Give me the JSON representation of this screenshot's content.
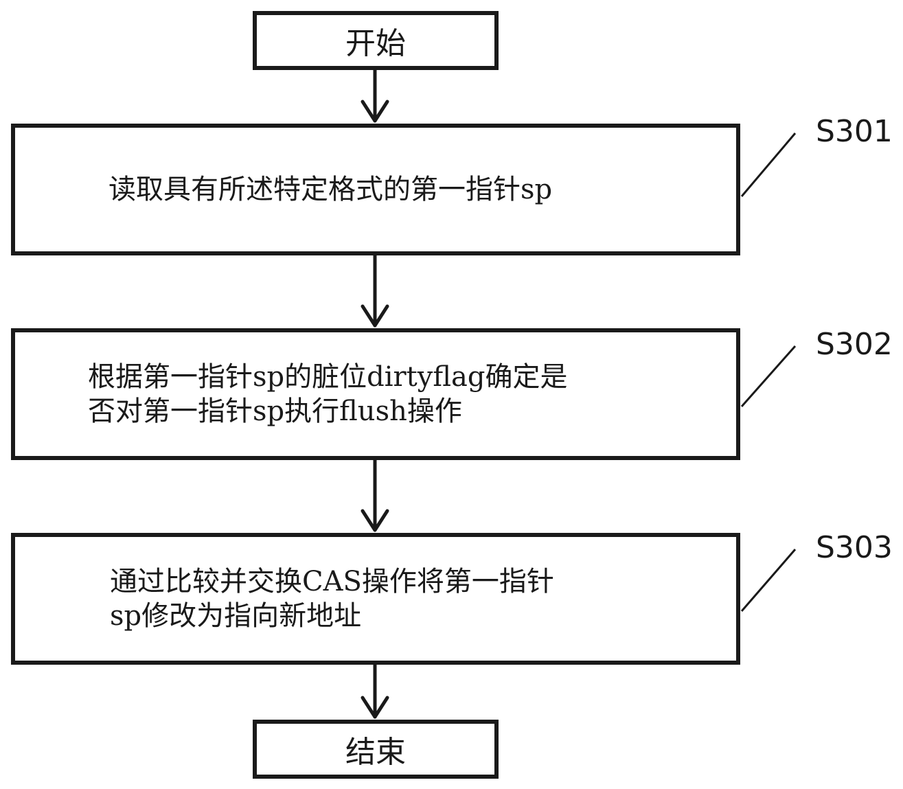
{
  "start": {
    "label": "开始"
  },
  "end": {
    "label": "结束"
  },
  "steps": [
    {
      "id": "S301",
      "lines": [
        "读取具有所述特定格式的第一指针sp"
      ]
    },
    {
      "id": "S302",
      "lines": [
        "根据第一指针sp的脏位dirtyflag确定是",
        "否对第一指针sp执行flush操作"
      ]
    },
    {
      "id": "S303",
      "lines": [
        "通过比较并交换CAS操作将第一指针",
        "sp修改为指向新地址"
      ]
    }
  ]
}
